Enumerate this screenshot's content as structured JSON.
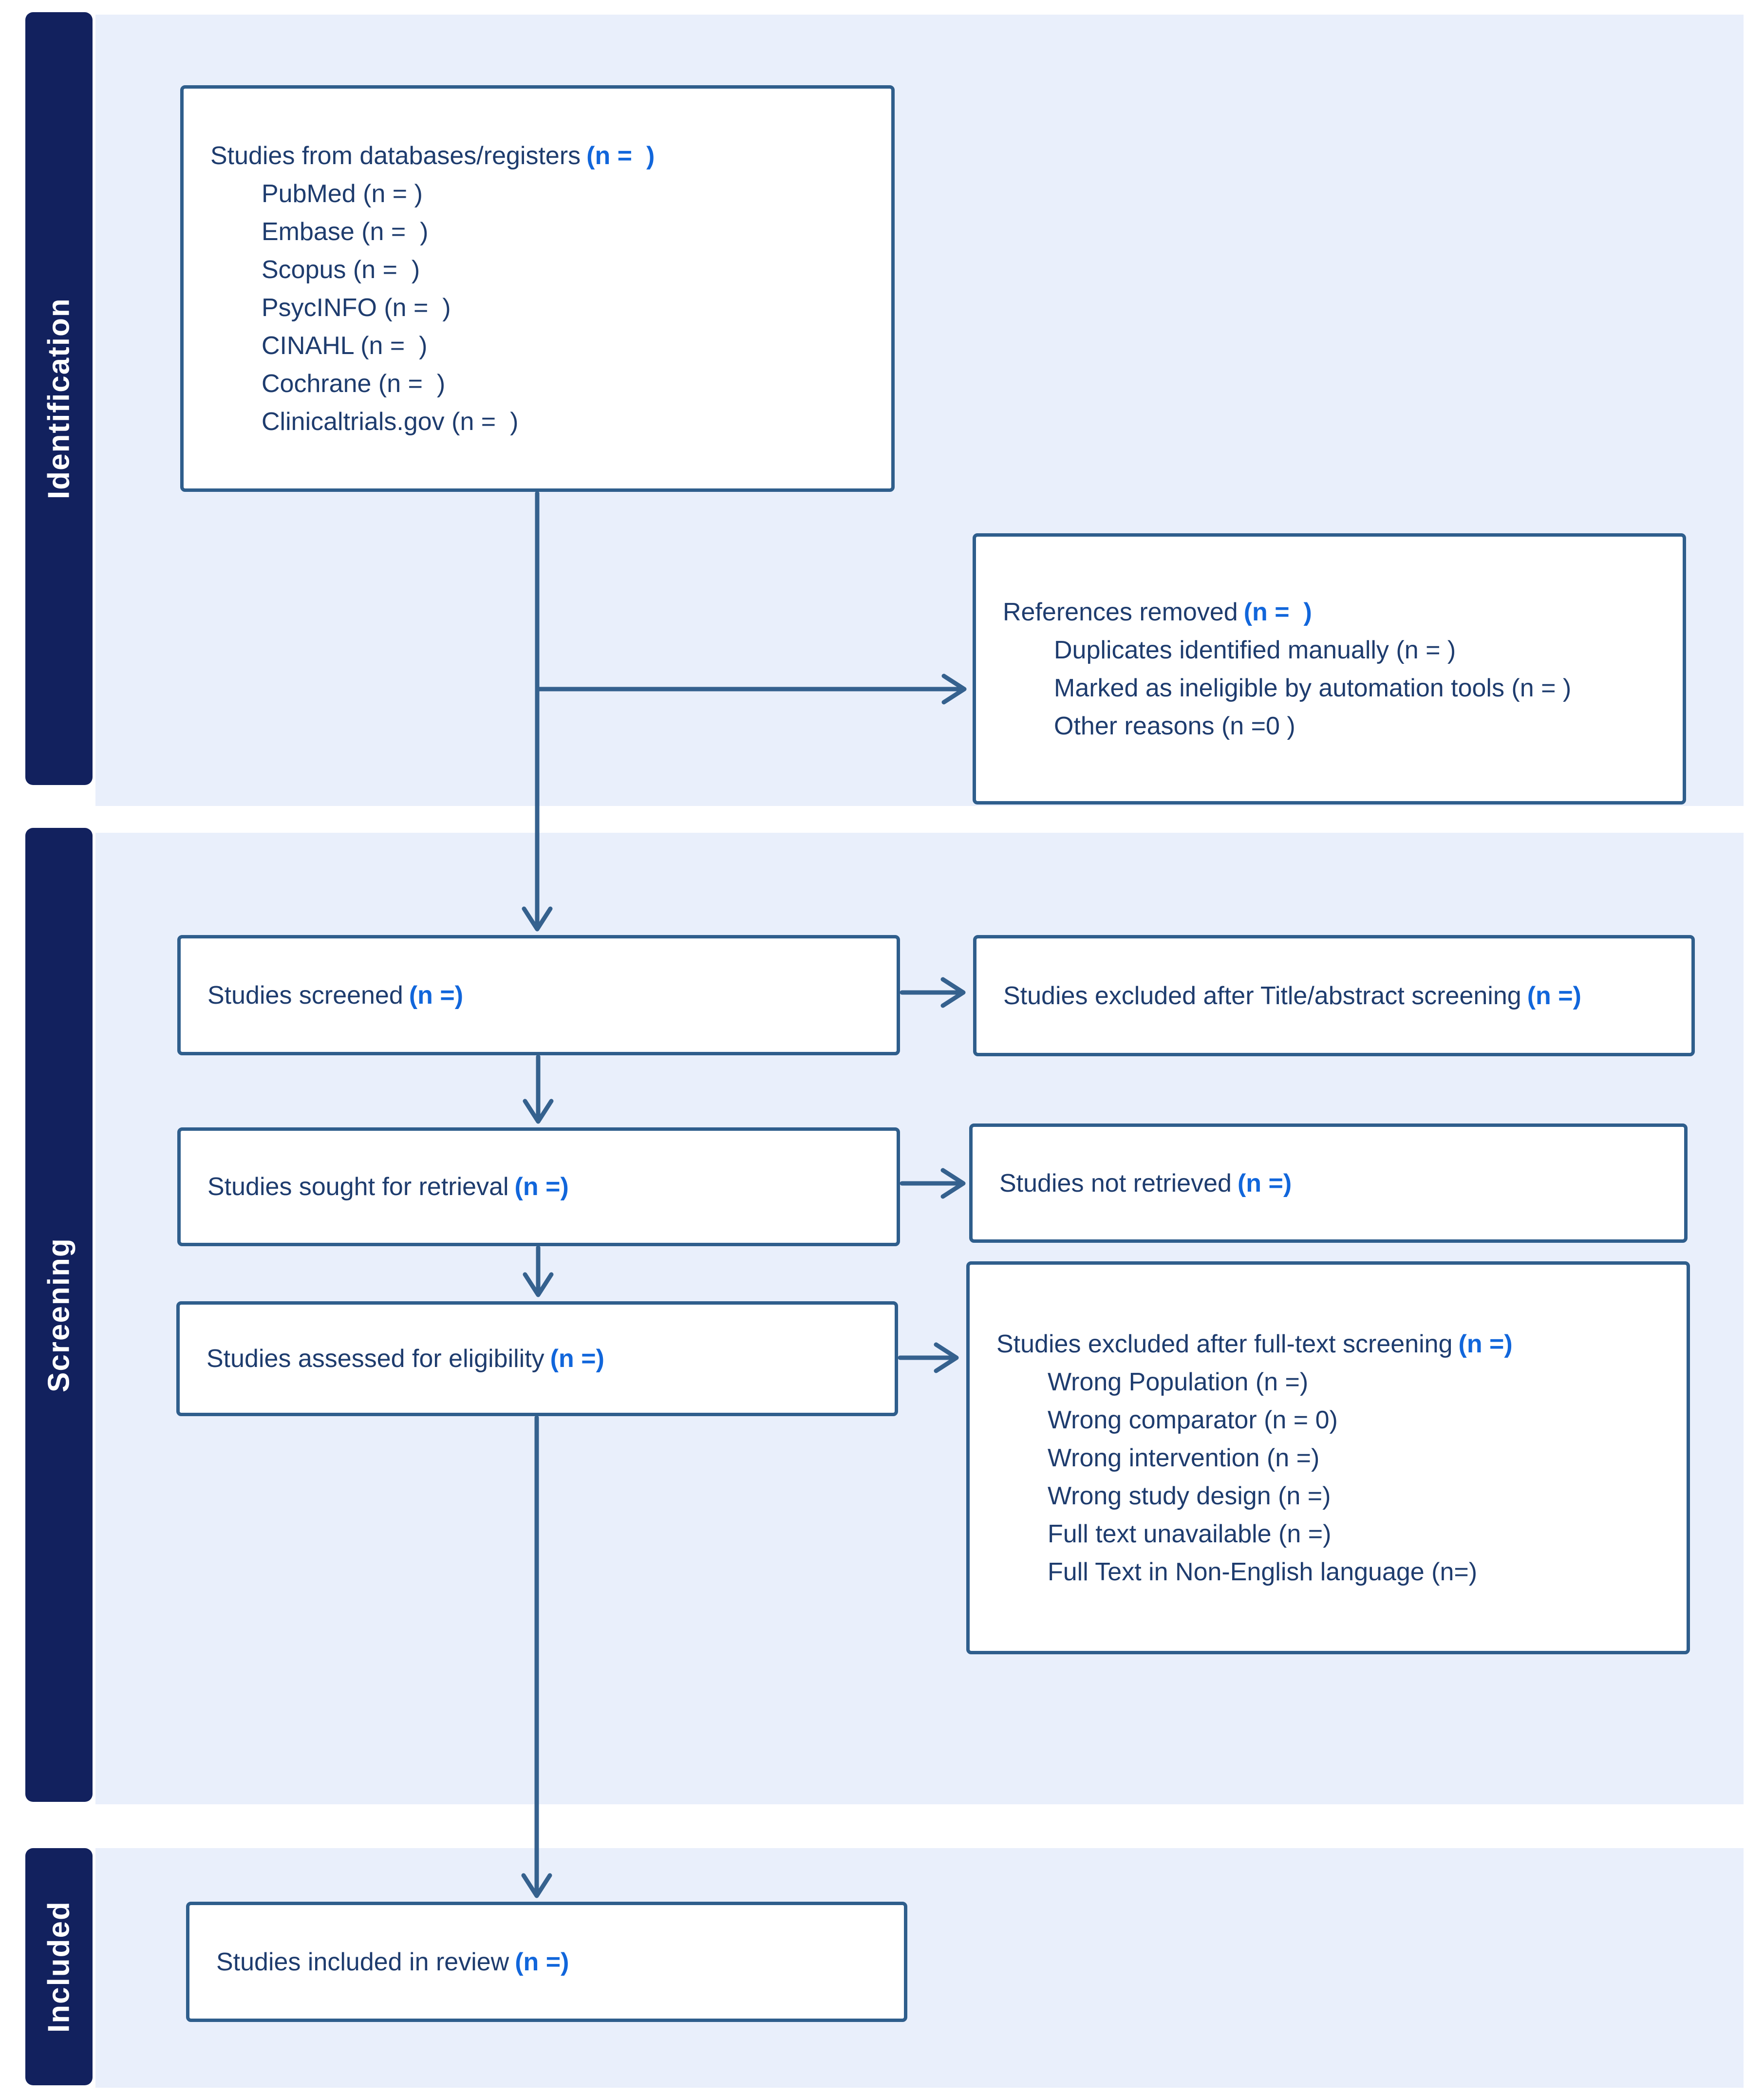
{
  "diagram_type": "PRISMA flow diagram",
  "colors": {
    "stage_bar_bg": "#12215E",
    "panel_bg": "#E9EFFB",
    "box_border": "#2F5E8C",
    "box_bg": "#FFFFFF",
    "text_dark": "#1E3C6E",
    "text_blue": "#1166DB",
    "arrow": "#35618E",
    "stage_label_text": "#FFFFFF"
  },
  "stages": {
    "identification": "Identification",
    "screening": "Screening",
    "included": "Included"
  },
  "boxes": {
    "databases": {
      "title": "Studies from databases/registers",
      "n": "(n =  )",
      "items": [
        "PubMed (n = )",
        "Embase (n =  )",
        "Scopus (n =  )",
        "PsycINFO (n =  )",
        "CINAHL (n =  )",
        "Cochrane (n =  )",
        "Clinicaltrials.gov (n =  )"
      ]
    },
    "references_removed": {
      "title": "References removed",
      "n": "(n =  )",
      "items": [
        "Duplicates identified manually (n = )",
        "Marked as ineligible by automation tools (n = )",
        "Other reasons (n =0 )"
      ]
    },
    "screened": {
      "title": "Studies screened",
      "n": "(n =)"
    },
    "excluded_title_abstract": {
      "title": "Studies excluded after Title/abstract screening",
      "n": "(n =)"
    },
    "sought": {
      "title": "Studies sought for retrieval",
      "n": "(n =)"
    },
    "not_retrieved": {
      "title": "Studies not retrieved",
      "n": "(n =)"
    },
    "eligibility": {
      "title": "Studies assessed for eligibility",
      "n": "(n =)"
    },
    "excluded_fulltext": {
      "title": "Studies excluded after full-text screening",
      "n": "(n =)",
      "items": [
        "Wrong Population (n =)",
        "Wrong comparator (n = 0)",
        "Wrong intervention (n =)",
        "Wrong study design (n =)",
        "Full text unavailable (n =)",
        "Full Text in Non-English language (n=)"
      ]
    },
    "included_review": {
      "title": "Studies included in review",
      "n": "(n =)"
    }
  }
}
